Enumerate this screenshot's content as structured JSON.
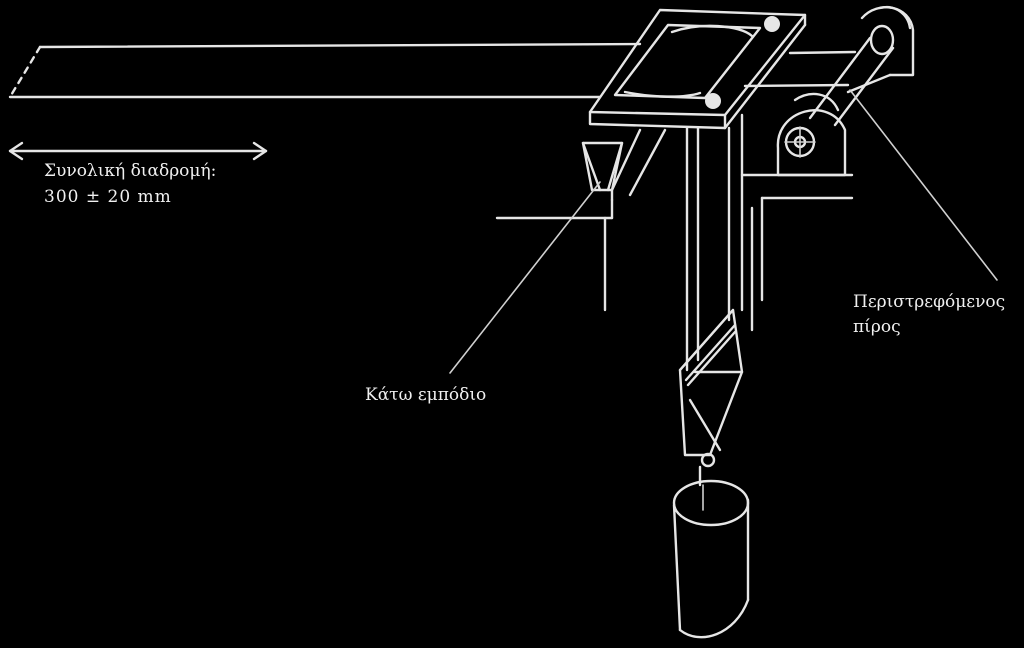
{
  "labels": {
    "total_travel": "Συνολική διαδρομή:",
    "total_travel_value": "300 ± 20 mm",
    "lower_stop": "Κάτω εμπόδιο",
    "rotating_pin_line1": "Περιστρεφόμενος",
    "rotating_pin_line2": "πίρος"
  },
  "colors": {
    "background": "#000000",
    "line": "#e6e6e6"
  }
}
